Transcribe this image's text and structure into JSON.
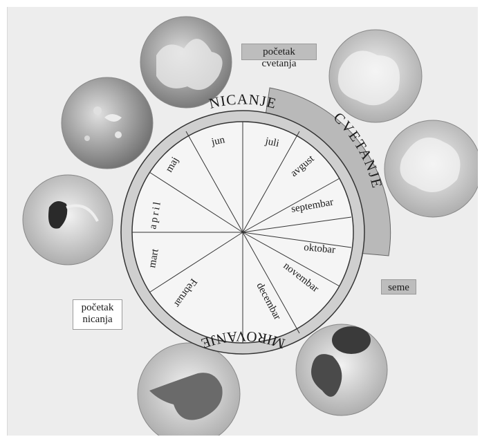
{
  "diagram": {
    "months": [
      "jun",
      "juli",
      "avgust",
      "septembar",
      "oktobar",
      "novembar",
      "decembar",
      "Februar",
      "mart",
      "april",
      "maj"
    ],
    "phases": {
      "top": "NICANJE",
      "right": "CVETANJE",
      "bottom": "MIROVANJE"
    },
    "labels": {
      "flowering_start": "početak cvetanja",
      "seed": "seme",
      "emergence_start_line1": "početak",
      "emergence_start_line2": "nicanja"
    }
  },
  "photos": [
    {
      "name": "rosette-photo",
      "tone": "#9a9a9a"
    },
    {
      "name": "seedling-field-photo",
      "tone": "#8f8f8f"
    },
    {
      "name": "germinating-seed-photo",
      "tone": "#9c9c9c"
    },
    {
      "name": "flowering-plant-photo",
      "tone": "#c9c9c9"
    },
    {
      "name": "mature-plant-photo",
      "tone": "#bdbdbd"
    },
    {
      "name": "two-seeds-photo",
      "tone": "#c4c4c4"
    },
    {
      "name": "single-seed-photo",
      "tone": "#cdcdcd"
    }
  ],
  "colors": {
    "phase_band": "#b9b9b9",
    "ring": "#c9c9c9",
    "stroke": "#222222"
  }
}
